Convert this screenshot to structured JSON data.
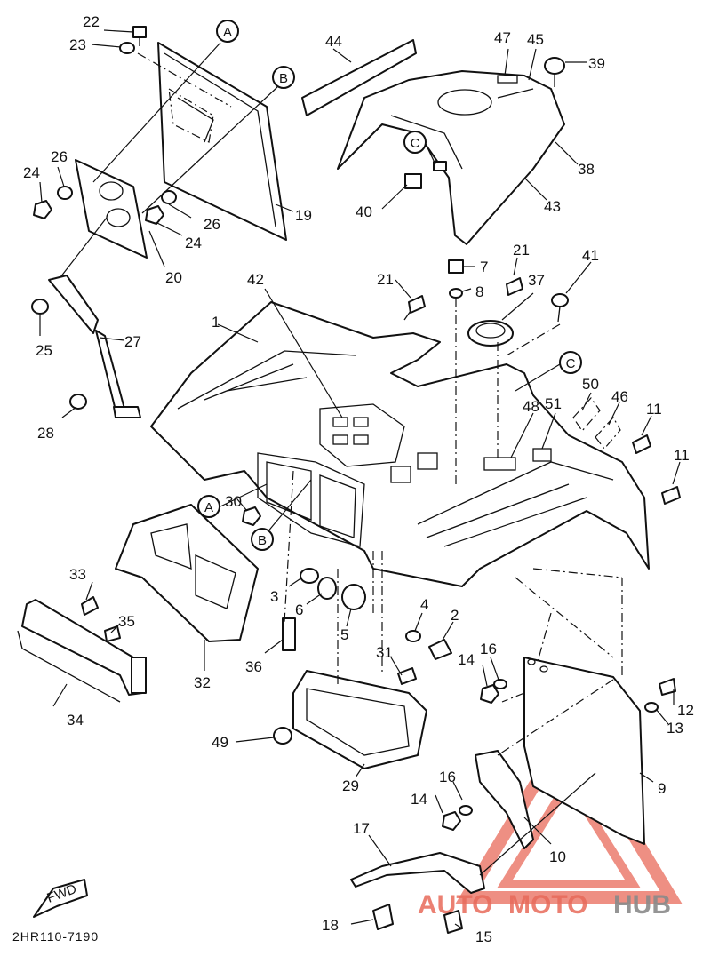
{
  "diagram": {
    "drawing_code": "2HR110-7190",
    "fwd_label": "FWD",
    "part_numbers": [
      "22",
      "23",
      "26",
      "24",
      "25",
      "27",
      "28",
      "19",
      "20",
      "26",
      "24",
      "44",
      "47",
      "45",
      "39",
      "38",
      "43",
      "40",
      "21",
      "7",
      "8",
      "37",
      "41",
      "1",
      "42",
      "21",
      "11",
      "11",
      "50",
      "46",
      "48",
      "51",
      "30",
      "33",
      "35",
      "34",
      "3",
      "6",
      "5",
      "36",
      "32",
      "4",
      "2",
      "14",
      "16",
      "12",
      "13",
      "31",
      "49",
      "29",
      "9",
      "16",
      "14",
      "10",
      "17",
      "18",
      "15"
    ],
    "callouts": [
      "A",
      "B",
      "C",
      "C",
      "A",
      "B"
    ],
    "watermark": {
      "part1": "AUTO",
      "part2": "MOTO",
      "part3": "HUB"
    }
  },
  "colors": {
    "line": "#111111",
    "background": "#ffffff",
    "watermark_red": "#e86a5a",
    "watermark_gray": "#8a8a8a"
  }
}
